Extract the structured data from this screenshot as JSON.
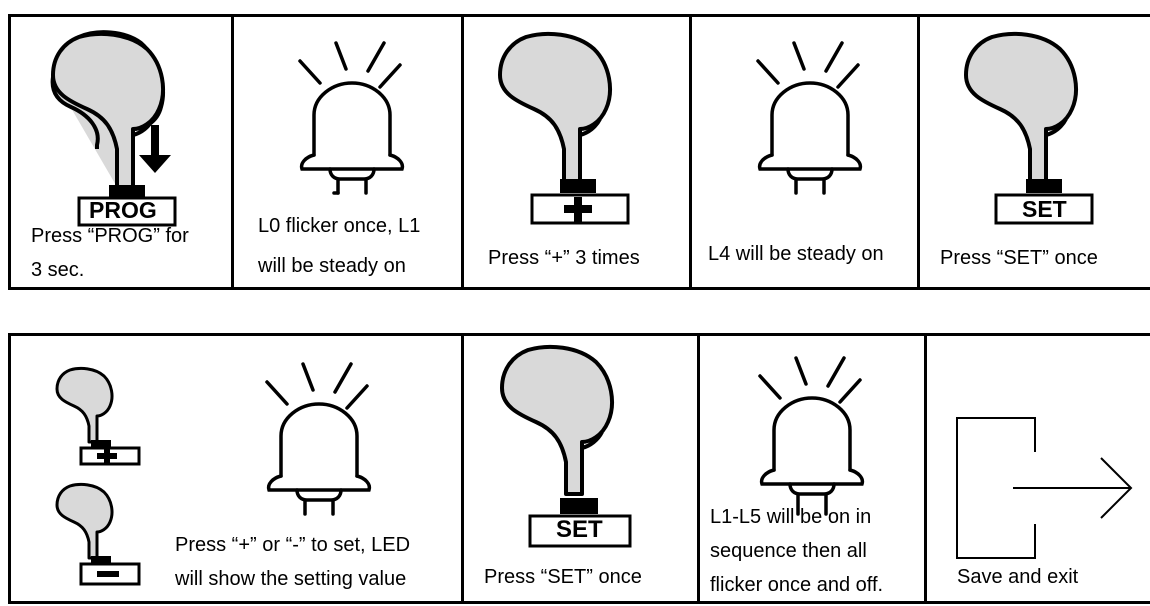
{
  "steps_row1": [
    {
      "button_label": "PROG",
      "caption_lines": [
        "Press “PROG” for",
        "3 sec."
      ]
    },
    {
      "caption_lines": [
        "L0 flicker once, L1",
        "will be steady on"
      ]
    },
    {
      "caption_lines": [
        "Press “+” 3 times"
      ]
    },
    {
      "caption_lines": [
        "L4 will be steady on"
      ]
    },
    {
      "button_label": "SET",
      "caption_lines": [
        "Press “SET” once"
      ]
    }
  ],
  "steps_row2": [
    {
      "caption_lines": [
        "Press “+” or “-” to set, LED",
        "will show the setting value"
      ]
    },
    {
      "button_label": "SET",
      "caption_lines": [
        "Press “SET” once"
      ]
    },
    {
      "caption_lines": [
        "L1-L5 will be on in",
        "sequence then all",
        "flicker once and off."
      ]
    },
    {
      "caption_lines": [
        "Save and exit"
      ]
    }
  ],
  "icons": [
    "hand-press-icon",
    "led-icon",
    "plus-button-icon",
    "minus-button-icon",
    "exit-icon",
    "down-arrow-icon"
  ]
}
